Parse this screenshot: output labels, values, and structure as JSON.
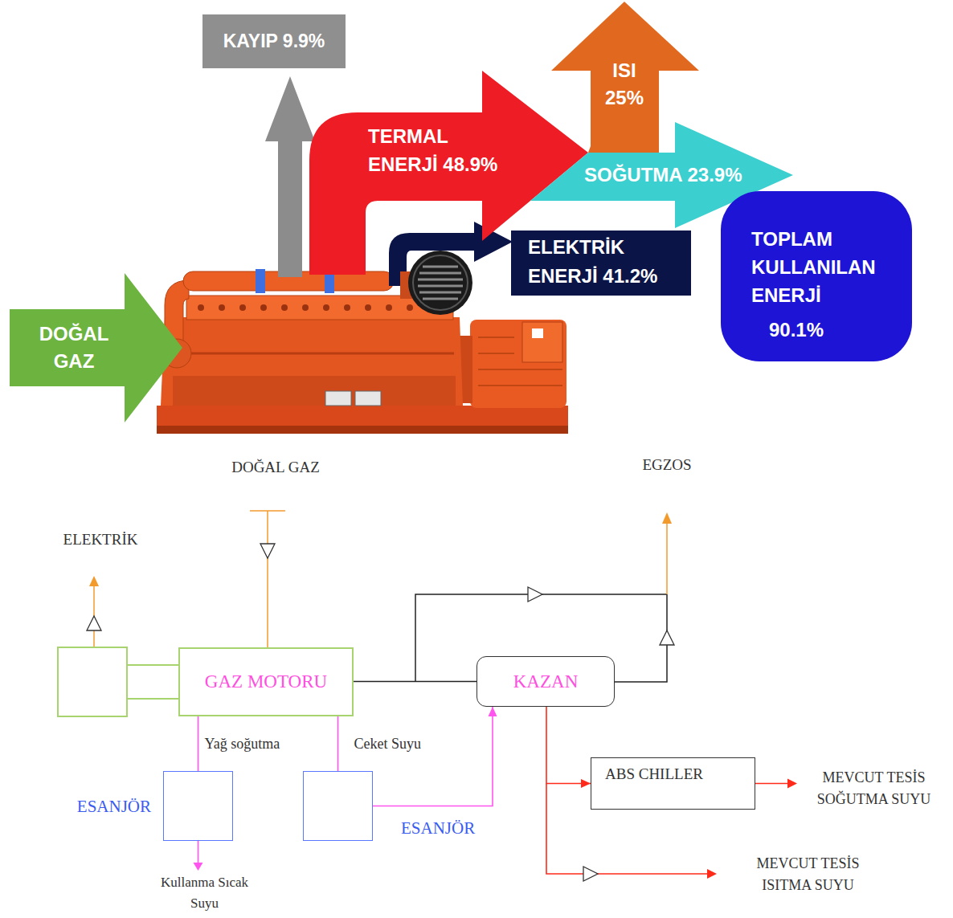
{
  "diagram": {
    "nodes": [
      {
        "text": [
          "DOĞAL GAZ"
        ]
      },
      {
        "text": [
          "KAYIP 9.9%"
        ]
      },
      {
        "text": [
          "TERMAL ENERJİ 48.9%"
        ]
      },
      {
        "text": [
          "ISI 25%"
        ]
      },
      {
        "text": [
          "SOĞUTMA 23.9%"
        ]
      },
      {
        "text": [
          "ELEKTRİK ENERJİ 41.2%"
        ]
      },
      {
        "text": [
          "TOPLAM KULLANILAN ENERJİ",
          "90.1%"
        ]
      },
      {
        "text": [
          "GAZ MOTORU"
        ]
      },
      {
        "text": [
          "KAZAN"
        ]
      },
      {
        "text": [
          "ESANJÖR"
        ]
      },
      {
        "text": [
          "ESANJÖR"
        ]
      },
      {
        "text": [
          "ABS CHILLER"
        ]
      }
    ],
    "edges": [
      {
        "from": 7,
        "to": 8,
        "arrow": "none"
      },
      {
        "from": 7,
        "to": 9,
        "label": "Yağ soğutma",
        "arrow": "none"
      },
      {
        "from": 7,
        "to": 10,
        "label": "Ceket Suyu",
        "arrow": "none"
      },
      {
        "from": 10,
        "to": 8,
        "arrow": "to"
      },
      {
        "from": 8,
        "to": 11,
        "arrow": "to"
      }
    ],
    "labels": [
      "DOĞAL GAZ",
      "EGZOS",
      "ELEKTRİK",
      "Kullanma Sıcak Suyu",
      "MEVCUT TESİS SOĞUTMA SUYU",
      "MEVCUT TESİS ISITMA SUYU"
    ]
  }
}
